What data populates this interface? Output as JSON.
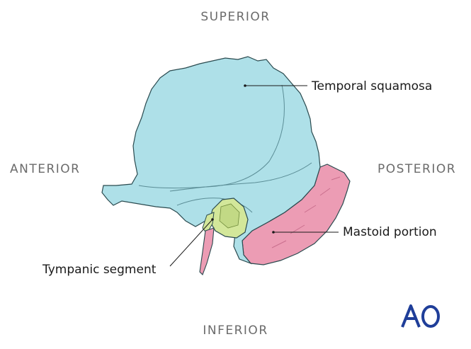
{
  "orientation": {
    "superior": "SUPERIOR",
    "inferior": "INFERIOR",
    "anterior": "ANTERIOR",
    "posterior": "POSTERIOR"
  },
  "labels": {
    "temporal_squamosa": "Temporal squamosa",
    "mastoid_portion": "Mastoid portion",
    "tympanic_segment": "Tympanic segment"
  },
  "logo": {
    "text": "AO",
    "color": "#1f3e99"
  },
  "colors": {
    "squamosa_fill": "#aee0e8",
    "mastoid_fill": "#ec9cb4",
    "tympanic_fill": "#d3e79a",
    "outline": "#2a4a4f"
  }
}
